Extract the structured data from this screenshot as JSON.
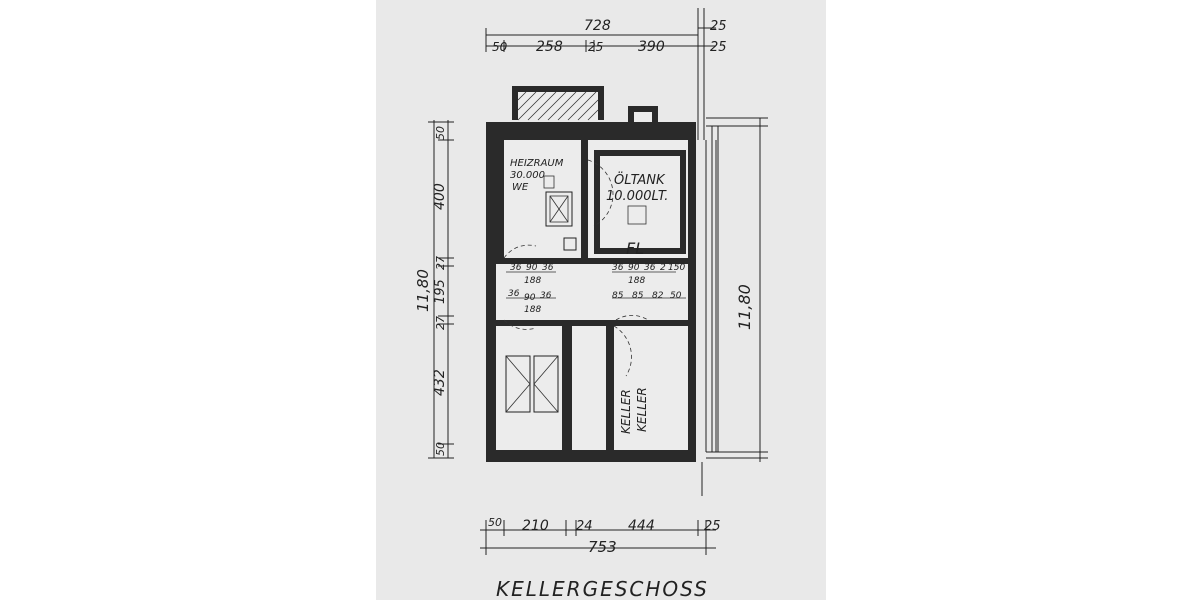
{
  "drawing": {
    "title": "KELLERGESCHOSS",
    "rooms": {
      "heating_label_1": "HEIZRAUM",
      "heating_label_2": "30.000",
      "heating_label_3": "WE",
      "tank_label_1": "ÖLTANK",
      "tank_label_2": "10.000LT.",
      "corridor_label": "FL",
      "cellar_1": "KELLER",
      "cellar_2": "KELLER"
    },
    "dims_top": {
      "total": "728",
      "right_pier": "25",
      "seg1": "50",
      "seg2": "258",
      "seg3": "25",
      "seg4": "390",
      "seg5": "25"
    },
    "dims_left": {
      "d1": "50",
      "d2": "400",
      "d3": "27",
      "d4": "195",
      "d5": "27",
      "d6": "432",
      "d7": "50",
      "overall": "11,80"
    },
    "dims_right": {
      "overall": "11,80"
    },
    "dims_bottom": {
      "seg1": "50",
      "seg2": "210",
      "seg3": "24",
      "seg4": "444",
      "seg5": "25",
      "total": "753"
    },
    "dims_inner": {
      "a1": "36",
      "a2": "90",
      "a3": "36",
      "a4": "188",
      "b1": "36",
      "b2": "90",
      "b3": "36",
      "b4": "188",
      "c1": "2",
      "c2": "150",
      "e1": "36",
      "e2": "90",
      "e3": "36",
      "e4": "188",
      "f1": "85",
      "f2": "85",
      "f3": "82",
      "f4": "50"
    }
  }
}
